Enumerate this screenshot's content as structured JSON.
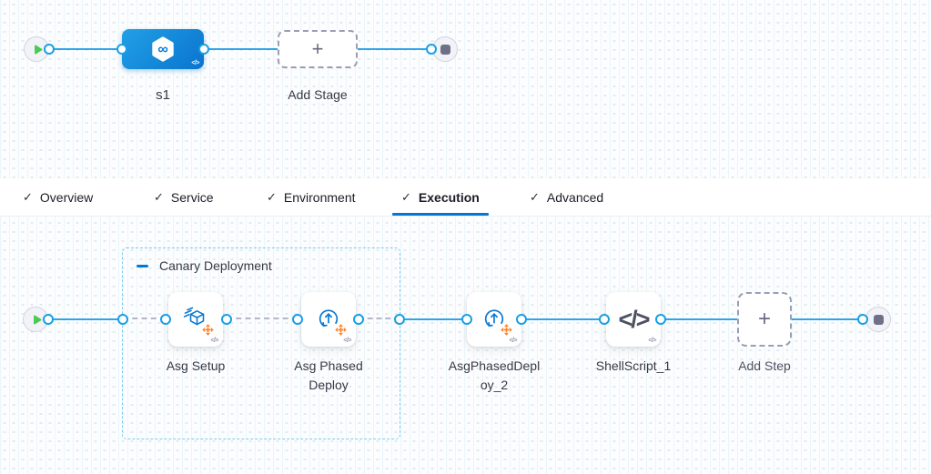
{
  "glyphs": {
    "check": "✓",
    "plus": "+",
    "code_badge": "</>",
    "code_icon": "</>",
    "infinity": "∞"
  },
  "colors": {
    "accent_blue": "#0278d5",
    "connector_blue": "#2da5e8",
    "stage_node_gradient": [
      "#21a0e5",
      "#0b76d0"
    ],
    "group_border_blue": "#7fccf3",
    "dashed_connector_gray": "#b4b5c8",
    "step_icon_blue": "#0b79d4",
    "move_arrows_orange": "#ff832b",
    "play_green": "#4dc952",
    "end_square_slate": "#6e7087",
    "label_dark": "#383946"
  },
  "stage_graph": {
    "stage_name": "s1",
    "stage_icon": "cd-hexagon-infinity",
    "add_stage_label": "Add Stage"
  },
  "tabs": {
    "items": [
      {
        "label": "Overview",
        "checked": true,
        "active": false
      },
      {
        "label": "Service",
        "checked": true,
        "active": false
      },
      {
        "label": "Environment",
        "checked": true,
        "active": false
      },
      {
        "label": "Execution",
        "checked": true,
        "active": true
      },
      {
        "label": "Advanced",
        "checked": true,
        "active": false
      }
    ]
  },
  "execution_graph": {
    "group": {
      "label": "Canary Deployment",
      "collapsed": false
    },
    "steps": [
      {
        "name": "Asg Setup",
        "icon": "asg-setup-cube",
        "in_group": true
      },
      {
        "name": "Asg Phased Deploy",
        "icon": "asg-phased-deploy-circle-arrow",
        "in_group": true
      },
      {
        "name": "AsgPhasedDeploy_2",
        "icon": "asg-phased-deploy-circle-arrow",
        "in_group": false
      },
      {
        "name": "ShellScript_1",
        "icon": "shell-script-code",
        "in_group": false
      }
    ],
    "add_step_label": "Add Step"
  }
}
